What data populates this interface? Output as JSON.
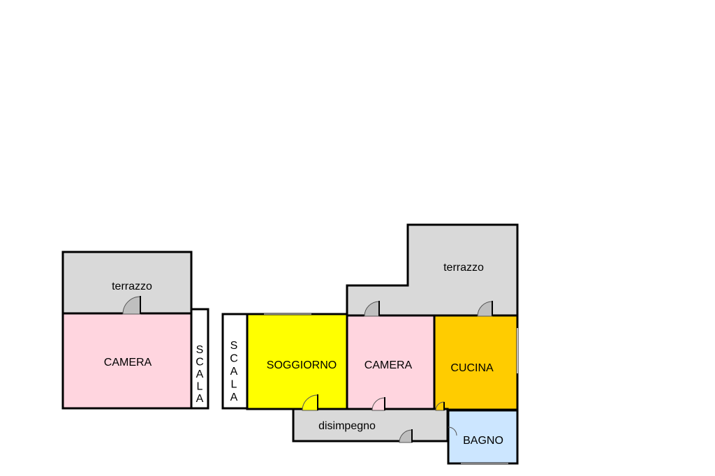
{
  "floorplan": {
    "left_unit": {
      "terrazzo": {
        "label": "terrazzo",
        "color": "#d9d9d9"
      },
      "camera": {
        "label": "CAMERA",
        "color": "#ffd5df"
      },
      "scala": {
        "label": "SCALA",
        "color": "#ffffff"
      }
    },
    "right_unit": {
      "scala": {
        "label": "SCALA",
        "color": "#ffffff"
      },
      "soggiorno": {
        "label": "SOGGIORNO",
        "color": "#ffff00"
      },
      "camera": {
        "label": "CAMERA",
        "color": "#ffd5df"
      },
      "cucina": {
        "label": "CUCINA",
        "color": "#ffcc00"
      },
      "terrazzo": {
        "label": "terrazzo",
        "color": "#d9d9d9"
      },
      "disimpegno": {
        "label": "disimpegno",
        "color": "#d9d9d9"
      },
      "bagno": {
        "label": "BAGNO",
        "color": "#cce6ff"
      }
    },
    "door_color": "#bfbfbf",
    "wall_color": "#000000"
  }
}
